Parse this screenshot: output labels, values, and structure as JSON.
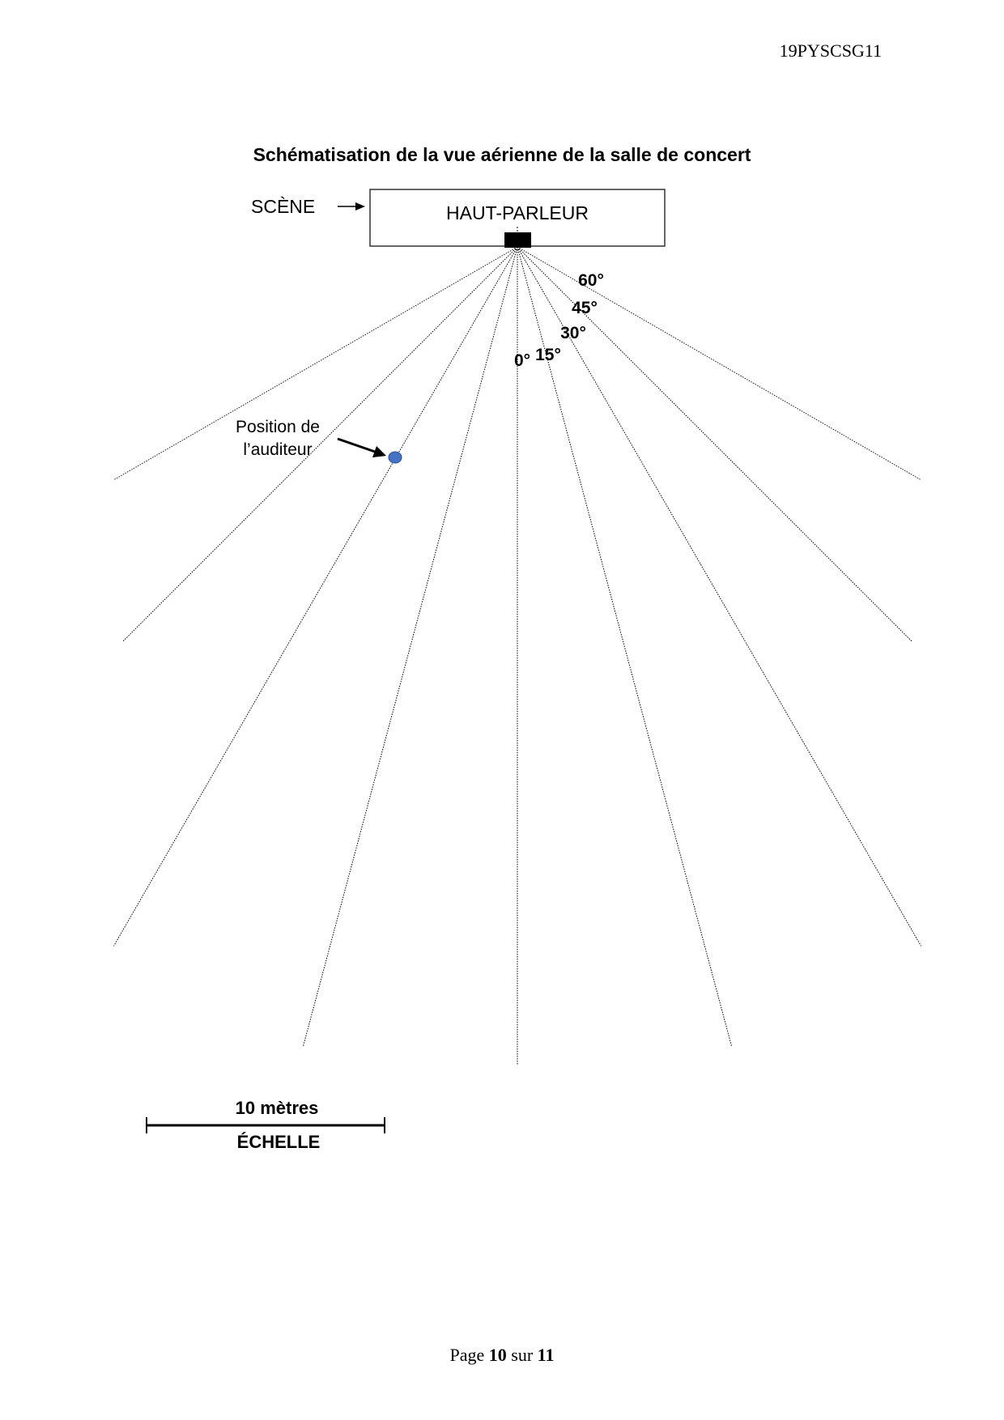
{
  "header": {
    "code": "19PYSCSG11"
  },
  "title": "Schématisation de la vue aérienne de la salle de concert",
  "stage": {
    "label": "SCÈNE",
    "box_label": "HAUT-PARLEUR"
  },
  "angles": [
    {
      "value": 0,
      "label": "0°"
    },
    {
      "value": 15,
      "label": "15°"
    },
    {
      "value": 30,
      "label": "30°"
    },
    {
      "value": 45,
      "label": "45°"
    },
    {
      "value": 60,
      "label": "60°"
    }
  ],
  "listener": {
    "label_line1": "Position de",
    "label_line2": "l’auditeur",
    "angle_deg": -30,
    "color": "#4472c4"
  },
  "scale": {
    "length_label": "10 mètres",
    "caption": "ÉCHELLE"
  },
  "footer": {
    "prefix": "Page",
    "page": "10",
    "middle": "sur",
    "total": "11"
  }
}
